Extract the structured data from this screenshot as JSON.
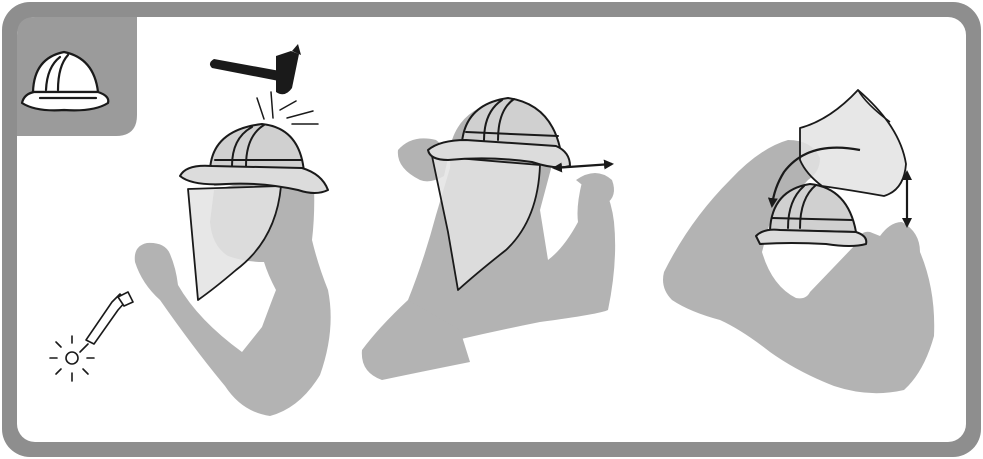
{
  "colors": {
    "frame": "#8e8e8e",
    "panel": "#ffffff",
    "corner_tab": "#9b9b9b",
    "silhouette": "#b3b3b3",
    "shield_fill": "#e3e3e3",
    "outline": "#1a1a1a"
  },
  "icons": {
    "corner": "hard-hat-icon",
    "impact": "hammer-icon",
    "heat": "welding-torch-icon",
    "motion_horizontal": "double-headed-arrow-icon",
    "motion_vertical": "double-headed-arrow-icon",
    "motion_flip": "curved-arrow-icon"
  },
  "steps": [
    {
      "id": "impact-and-heat-protection"
    },
    {
      "id": "adjust-shield-on-brim"
    },
    {
      "id": "flip-shield-up"
    }
  ]
}
